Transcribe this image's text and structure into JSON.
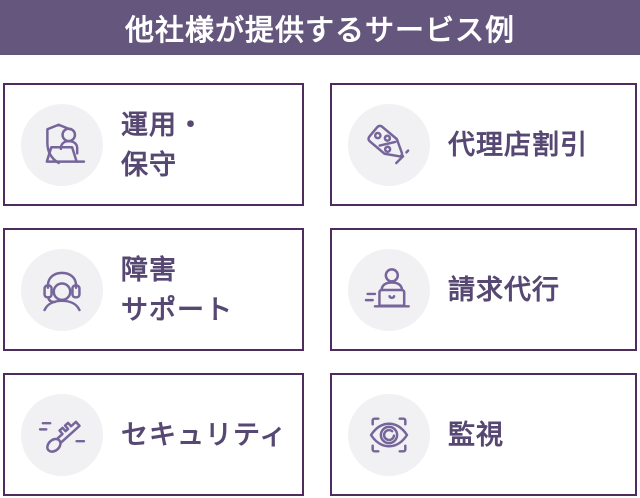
{
  "header": {
    "title": "他社様が提供するサービス例"
  },
  "cards": [
    {
      "label": "運用・\n保守",
      "icon": "shield-operator-icon"
    },
    {
      "label": "代理店割引",
      "icon": "discount-tag-icon"
    },
    {
      "label": "障害\nサポート",
      "icon": "headset-support-icon"
    },
    {
      "label": "請求代行",
      "icon": "billing-agent-icon"
    },
    {
      "label": "セキュリティ",
      "icon": "security-key-icon"
    },
    {
      "label": "監視",
      "icon": "monitoring-eye-icon"
    }
  ],
  "colors": {
    "header_bg": "#64567D",
    "card_border": "#4E2D5E",
    "label_text": "#564872",
    "icon_stroke": "#75659A",
    "icon_circle_bg": "#F1F0F3",
    "title_text": "#FFFFFF"
  }
}
